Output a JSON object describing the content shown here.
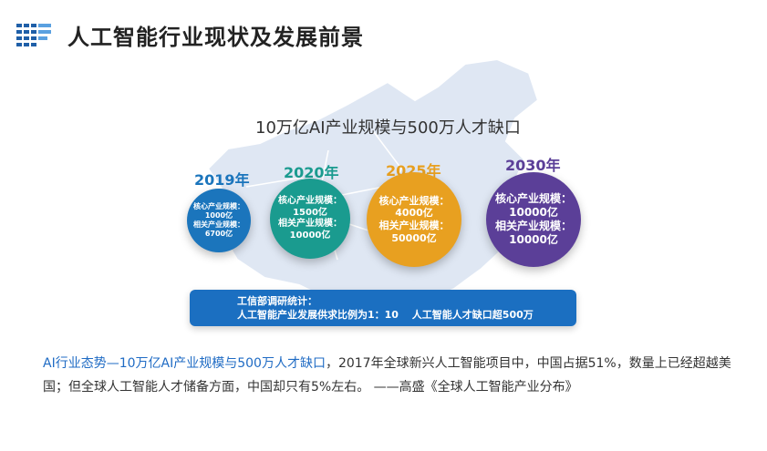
{
  "header": {
    "title": "人工智能行业现状及发展前景"
  },
  "infographic": {
    "title": "10万亿AI产业规模与500万人才缺口",
    "stages": [
      {
        "year": "2019年",
        "core_label": "核心产业规模：",
        "core_value": "1000亿",
        "related_label": "相关产业规模：",
        "related_value": "6700亿",
        "color": "#1b75bc"
      },
      {
        "year": "2020年",
        "core_label": "核心产业规模：",
        "core_value": "1500亿",
        "related_label": "相关产业规模：",
        "related_value": "10000亿",
        "color": "#1a9b8f"
      },
      {
        "year": "2025年",
        "core_label": "核心产业规模：",
        "core_value": "4000亿",
        "related_label": "相关产业规模：",
        "related_value": "50000亿",
        "color": "#e8a020"
      },
      {
        "year": "2030年",
        "core_label": "核心产业规模：",
        "core_value": "10000亿",
        "related_label": "相关产业规模：",
        "related_value": "10000亿",
        "color": "#5b3f98"
      }
    ],
    "stat_bar": {
      "line1": "工信部调研统计：",
      "line2": "人工智能产业发展供求比例为1：10　 人工智能人才缺口超500万"
    }
  },
  "caption": {
    "highlight": "AI行业态势—10万亿AI产业规模与500万人才缺口",
    "text": "，2017年全球新兴人工智能项目中，中国占据51%，数量上已经超越美国；但全球人工智能人才储备方面，中国却只有5%左右。 ——高盛《全球人工智能产业分布》"
  }
}
